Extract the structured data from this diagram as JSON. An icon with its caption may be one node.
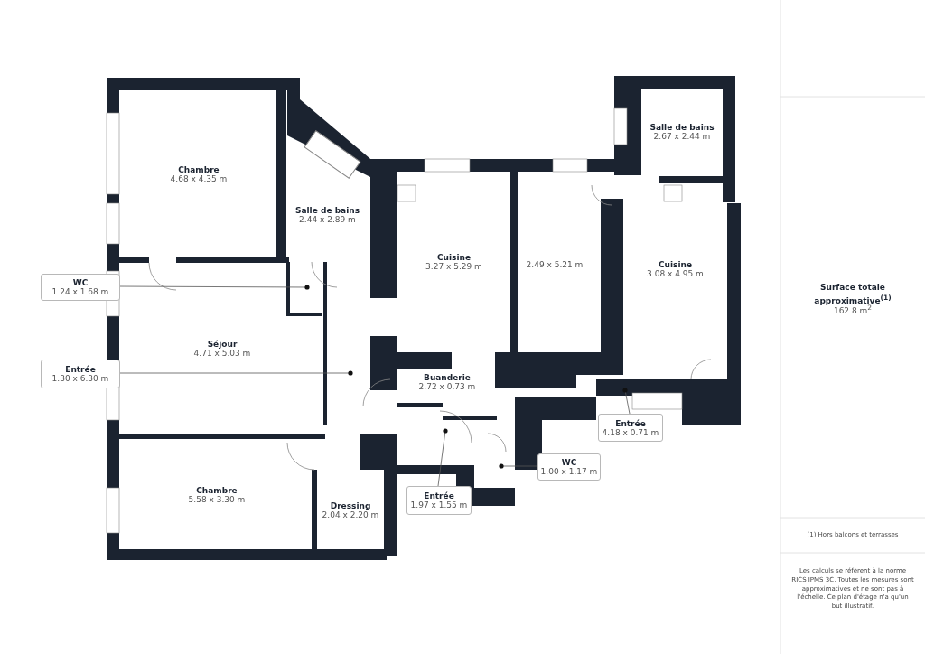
{
  "diagram": {
    "nodes": [
      {
        "text": [
          "Chambre",
          "4.68 x 4.35 m"
        ]
      },
      {
        "text": [
          "Salle de bains",
          "2.44 x 2.89 m"
        ]
      },
      {
        "text": [
          "Cuisine",
          "3.27 x 5.29 m"
        ]
      },
      {
        "text": [
          "2.49 x 5.21 m"
        ]
      },
      {
        "text": [
          "Salle de bains",
          "2.67 x 2.44 m"
        ]
      },
      {
        "text": [
          "Cuisine",
          "3.08 x 4.95 m"
        ]
      },
      {
        "text": [
          "Séjour",
          "4.71 x 5.03 m"
        ]
      },
      {
        "text": [
          "Buanderie",
          "2.72 x 0.73 m"
        ]
      },
      {
        "text": [
          "Chambre",
          "5.58 x 3.30 m"
        ]
      },
      {
        "text": [
          "Dressing",
          "2.04 x 2.20 m"
        ]
      },
      {
        "text": [
          "WC",
          "1.24 x 1.68 m"
        ]
      },
      {
        "text": [
          "Entrée",
          "1.30 x 6.30 m"
        ]
      },
      {
        "text": [
          "Entrée",
          "4.18 x 0.71 m"
        ]
      },
      {
        "text": [
          "WC",
          "1.00 x 1.17 m"
        ]
      },
      {
        "text": [
          "Entrée",
          "1.97 x 1.55 m"
        ]
      }
    ],
    "edges": [
      {
        "from": 10,
        "to": null,
        "arrow": "other"
      },
      {
        "from": 11,
        "to": null,
        "arrow": "other"
      },
      {
        "from": 12,
        "to": null,
        "arrow": "other"
      },
      {
        "from": 13,
        "to": null,
        "arrow": "other"
      },
      {
        "from": 14,
        "to": null,
        "arrow": "other"
      }
    ],
    "labels": [
      "Surface totale approximative$^{(1)}$",
      "162.8 m$^{2}$",
      "(1) Hors balcons et terrasses",
      "Les calculs se réfèrent à la norme RICS IPMS 3C. Toutes les mesures sont approximatives et ne sont pas à l'échelle. Ce plan d'étage n'a qu'un but illustratif."
    ]
  }
}
